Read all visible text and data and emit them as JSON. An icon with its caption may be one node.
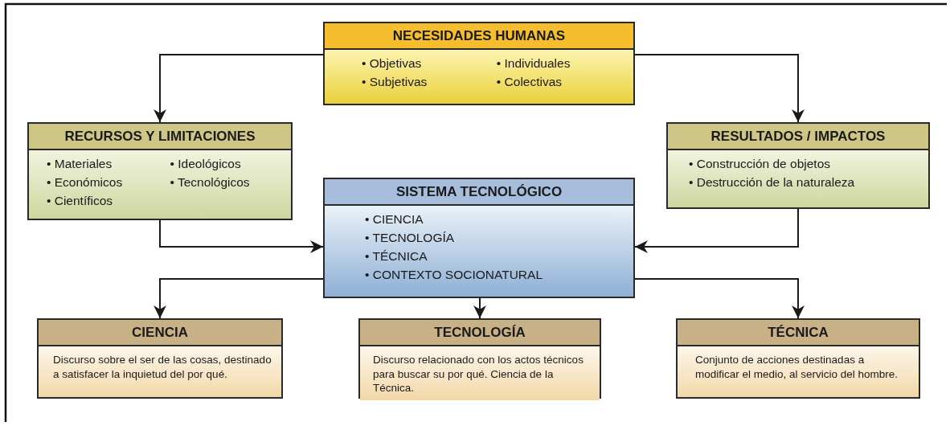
{
  "diagram": {
    "nodes": [
      {
        "text": [
          "NECESIDADES HUMANAS",
          "• Objetivas",
          "• Subjetivas",
          "• Individuales",
          "• Colectivas"
        ]
      },
      {
        "text": [
          "RECURSOS Y LIMITACIONES",
          "• Materiales",
          "• Económicos",
          "• Científicos",
          "• Ideológicos",
          "• Tecnológicos"
        ]
      },
      {
        "text": [
          "RESULTADOS / IMPACTOS",
          "• Construcción de objetos",
          "• Destrucción de la naturaleza"
        ]
      },
      {
        "text": [
          "SISTEMA TECNOLÓGICO",
          "• CIENCIA",
          "• TECNOLOGÍA",
          "• TÉCNICA",
          "• CONTEXTO SOCIONATURAL"
        ]
      },
      {
        "text": [
          "CIENCIA",
          "Discurso sobre el ser de las cosas, destinado a satisfacer la inquietud del por qué."
        ]
      },
      {
        "text": [
          "TECNOLOGÍA",
          "Discurso relacionado con los actos técnicos para buscar su por qué. Ciencia de la Técnica."
        ]
      },
      {
        "text": [
          "TÉCNICA",
          "Conjunto de acciones destinadas a modificar el medio, al servicio del hombre."
        ]
      }
    ],
    "edges": [
      {
        "from": 0,
        "to": 1,
        "arrow": "to"
      },
      {
        "from": 0,
        "to": 2,
        "arrow": "to"
      },
      {
        "from": 1,
        "to": 3,
        "arrow": "to"
      },
      {
        "from": 2,
        "to": 3,
        "arrow": "to"
      },
      {
        "from": 3,
        "to": 4,
        "arrow": "to"
      },
      {
        "from": 3,
        "to": 5,
        "arrow": "to"
      },
      {
        "from": 3,
        "to": 6,
        "arrow": "to"
      }
    ]
  }
}
